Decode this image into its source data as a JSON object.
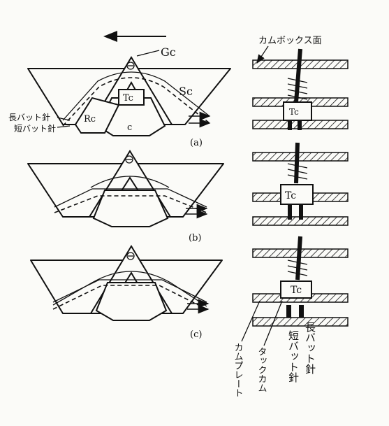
{
  "labels": {
    "gc": "Gc",
    "sc": "Sc",
    "tc_a": "Tc",
    "rc": "Rc",
    "c": "c",
    "long_needle": "長バット針",
    "short_needle": "短バット針",
    "cam_box_face": "カムボックス面",
    "tc_side_a": "Tc",
    "tc_side_b": "Tc",
    "tc_side_c": "Tc",
    "cam_plate": "カムプレート",
    "tuck_cam": "タックカム",
    "short_butt": "短バット針",
    "long_butt": "長バット針"
  },
  "captions": {
    "a": "(a)",
    "b": "(b)",
    "c": "(c)"
  },
  "icons": {
    "direction_arrow": "left-arrow-icon"
  }
}
